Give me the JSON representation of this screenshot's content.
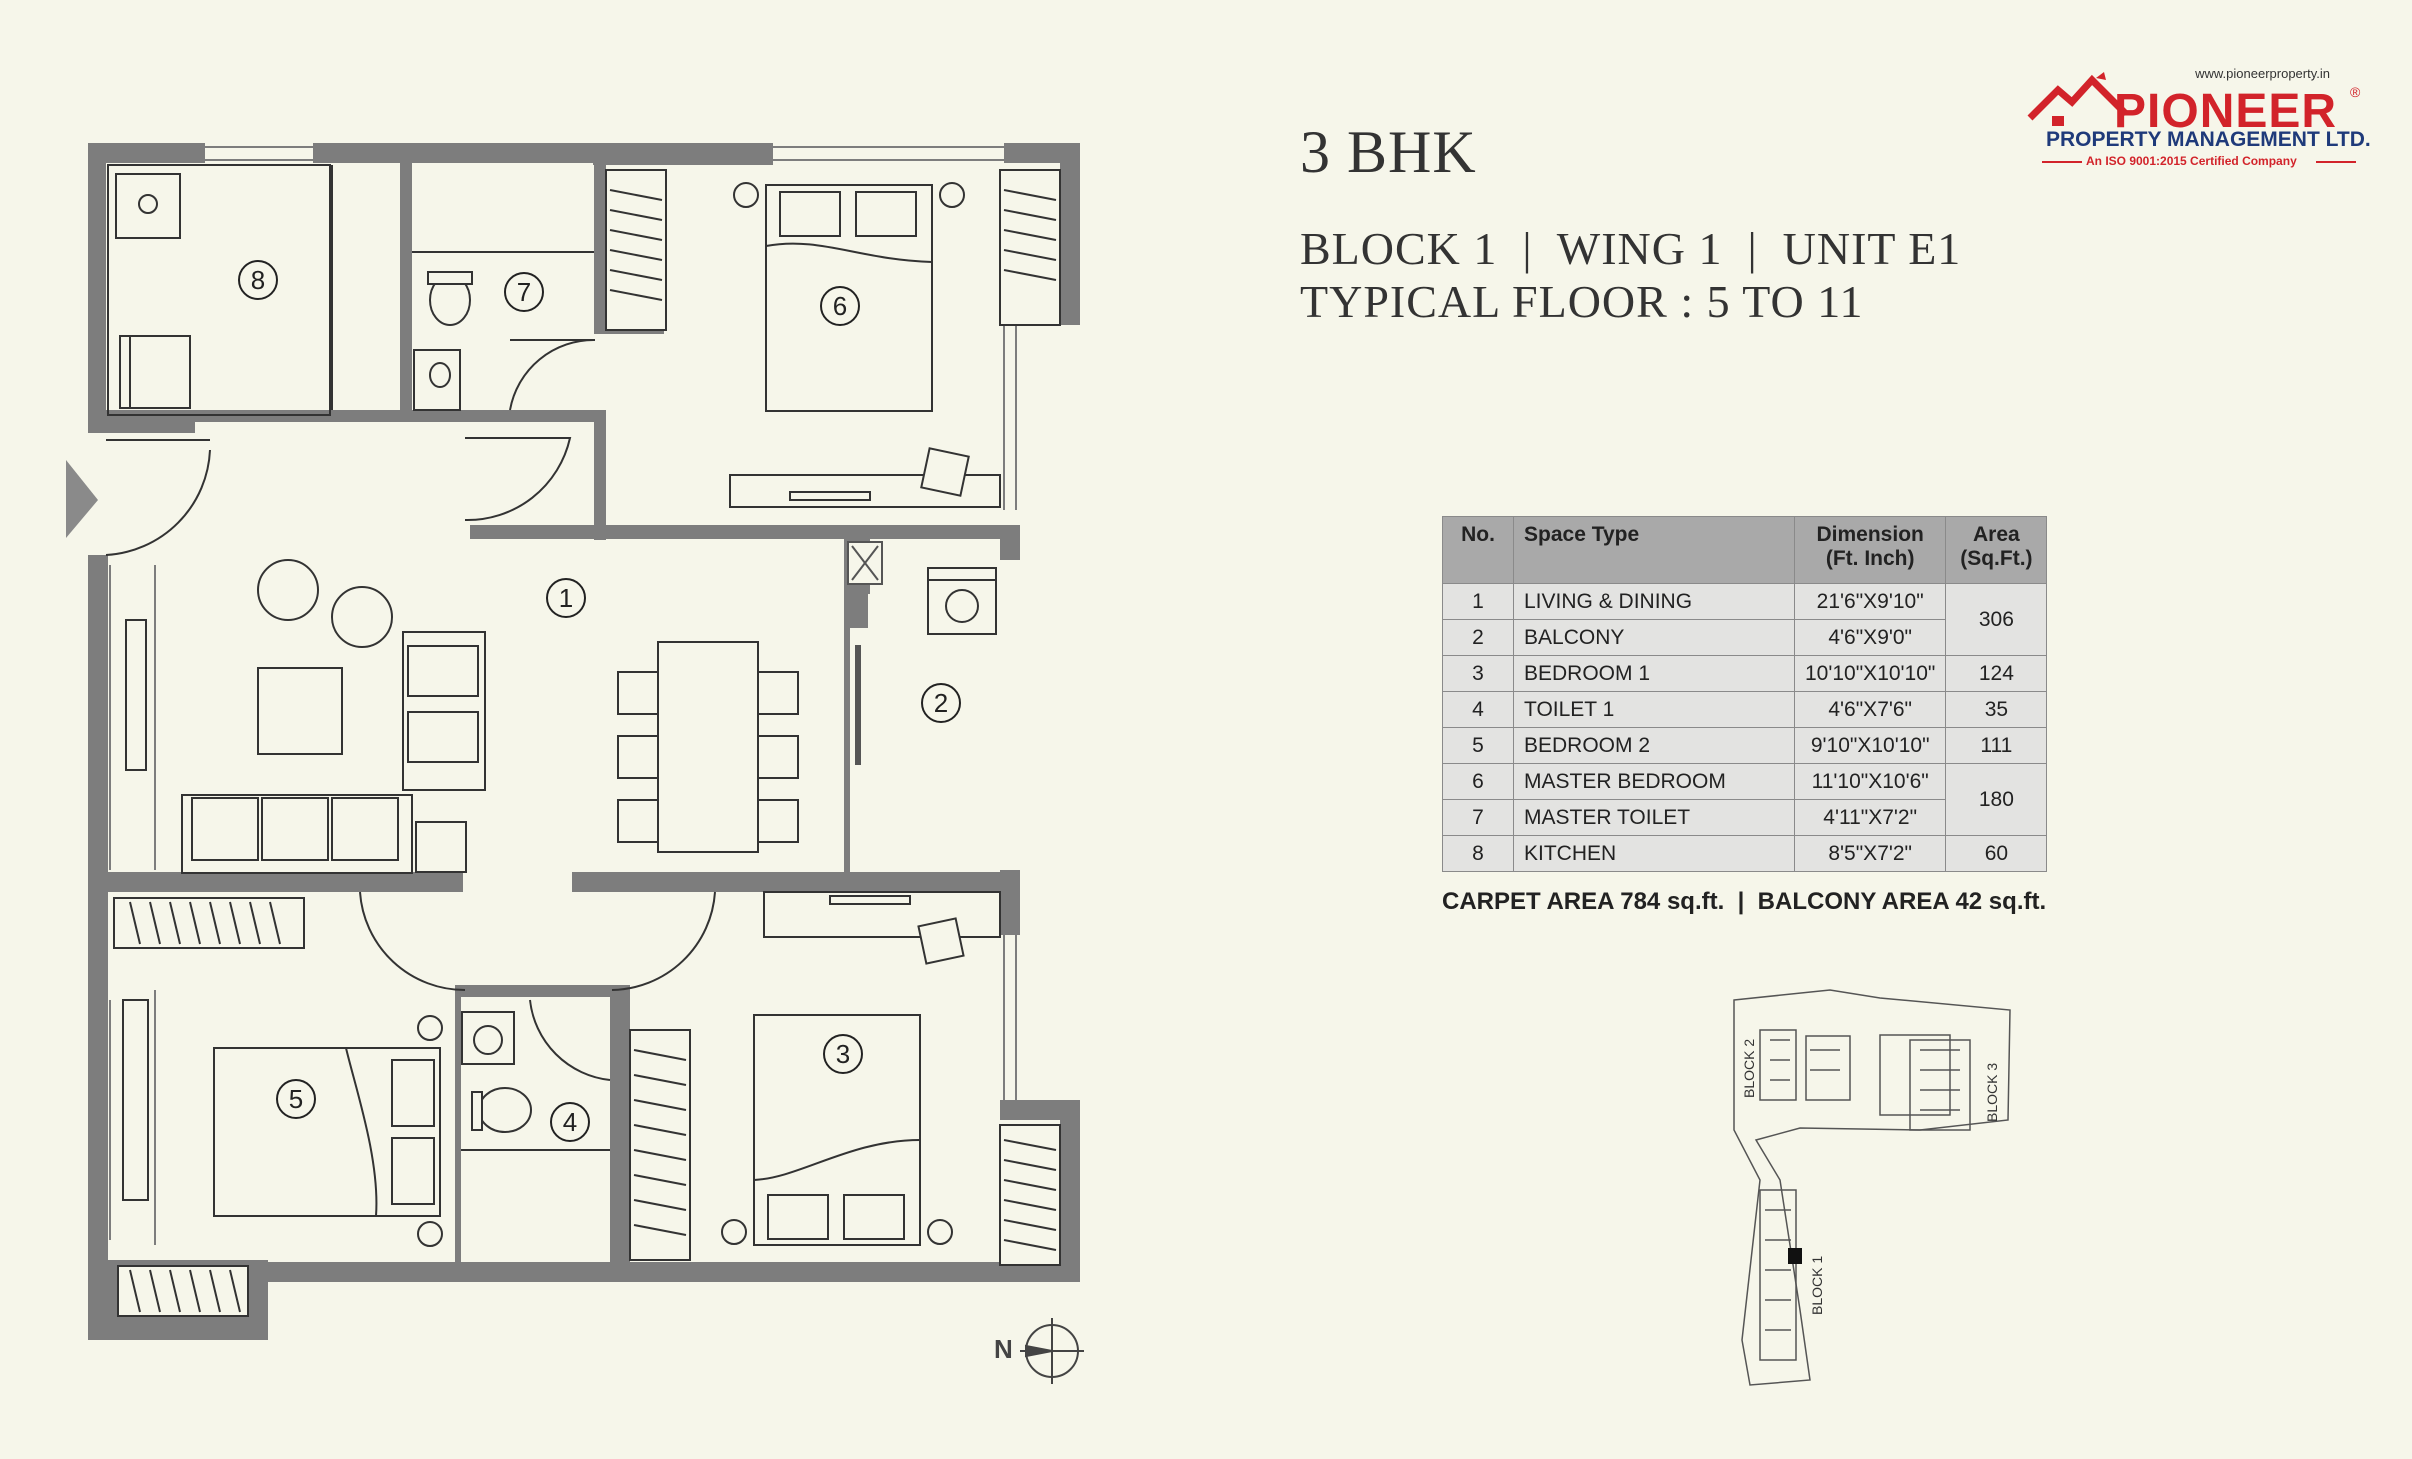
{
  "title": {
    "configuration": "3 BHK",
    "unit_line": "BLOCK 1  |  WING 1  |  UNIT E1",
    "floor_line": "TYPICAL FLOOR : 5 TO 11"
  },
  "logo": {
    "url": "www.pioneerproperty.in",
    "name": "PIONEER",
    "registered": "®",
    "subtitle": "PROPERTY MANAGEMENT LTD.",
    "certification": "An ISO 9001:2015 Certified Company",
    "brand_color": "#d2232a",
    "secondary_color": "#1f3a7a"
  },
  "table": {
    "headers": [
      "No.",
      "Space Type",
      "Dimension (Ft. Inch)",
      "Area (Sq.Ft.)"
    ],
    "rows": [
      {
        "no": "1",
        "type": "LIVING & DINING",
        "dim": "21'6\"X9'10\""
      },
      {
        "no": "2",
        "type": "BALCONY",
        "dim": "4'6\"X9'0\""
      },
      {
        "no": "3",
        "type": "BEDROOM 1",
        "dim": "10'10\"X10'10\""
      },
      {
        "no": "4",
        "type": "TOILET 1",
        "dim": "4'6\"X7'6\""
      },
      {
        "no": "5",
        "type": "BEDROOM 2",
        "dim": "9'10\"X10'10\""
      },
      {
        "no": "6",
        "type": "MASTER BEDROOM",
        "dim": "11'10\"X10'6\""
      },
      {
        "no": "7",
        "type": "MASTER TOILET",
        "dim": "4'11\"X7'2\""
      },
      {
        "no": "8",
        "type": "KITCHEN",
        "dim": "8'5\"X7'2\""
      }
    ],
    "areas": [
      "306",
      "124",
      "35",
      "111",
      "180",
      "60"
    ]
  },
  "summary": "CARPET AREA 784 sq.ft.  |  BALCONY AREA 42 sq.ft.",
  "room_labels": [
    "1",
    "2",
    "3",
    "4",
    "5",
    "6",
    "7",
    "8"
  ],
  "key_plan": {
    "labels": [
      "BLOCK 2",
      "BLOCK 3",
      "BLOCK 1"
    ]
  },
  "north_label": "N",
  "colors": {
    "background": "#f6f6ea",
    "wall": "#7d7d7d",
    "table_header": "#a9a9a9",
    "table_body": "#e3e3e1"
  }
}
